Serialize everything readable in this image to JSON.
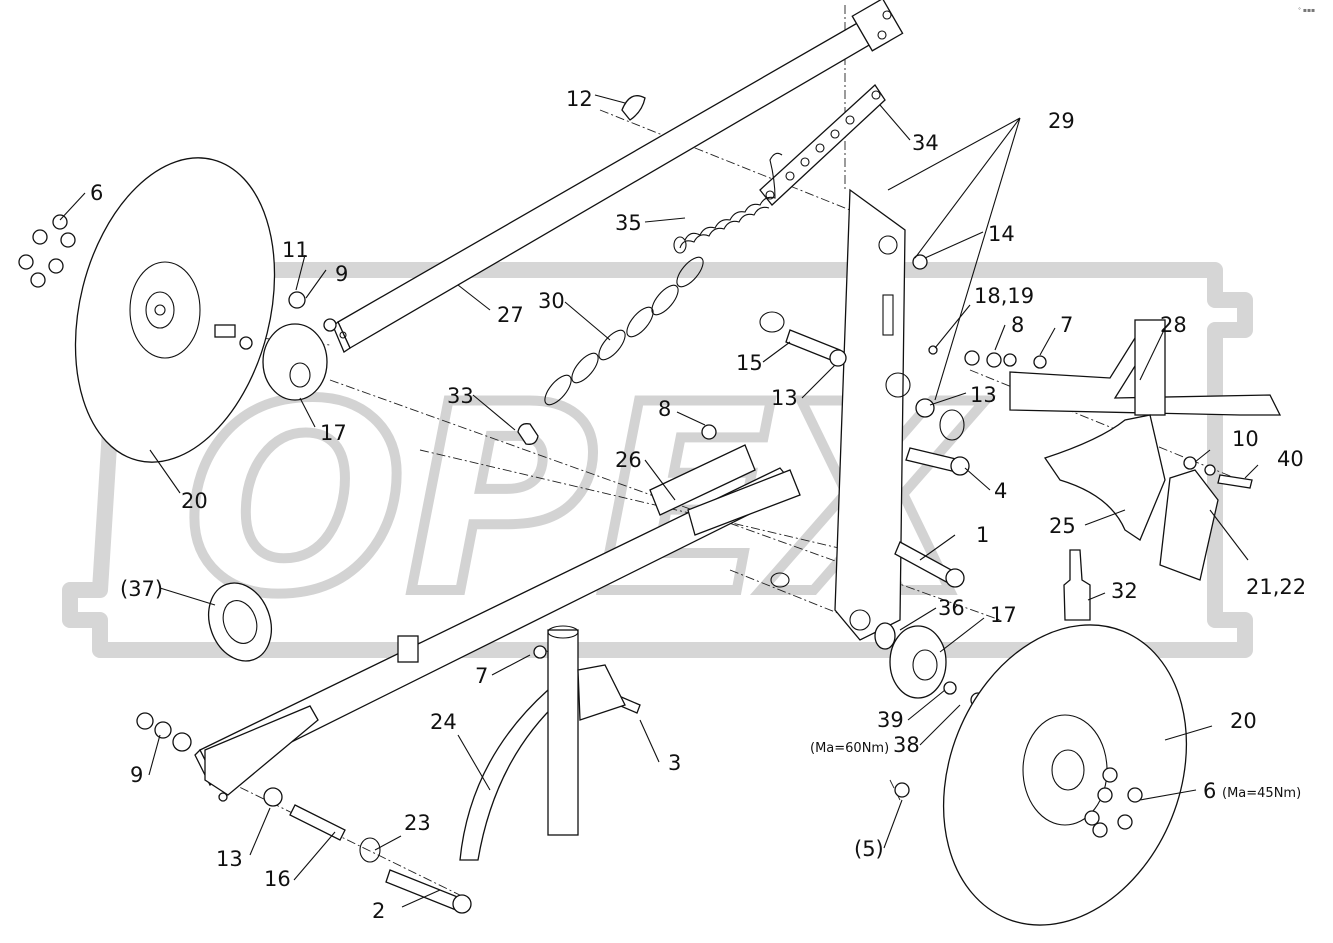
{
  "watermark": {
    "text": "OPEX"
  },
  "corner_mark": "° ▪▪▪",
  "callouts": {
    "c1": "1",
    "c2": "2",
    "c3": "3",
    "c4": "4",
    "c5": "(5)",
    "c6a": "6",
    "c6b": "6",
    "c7a": "7",
    "c7b": "7",
    "c8a": "8",
    "c8b": "8",
    "c9a": "9",
    "c9b": "9",
    "c10": "10",
    "c11": "11",
    "c12": "12",
    "c13a": "13",
    "c13b": "13",
    "c13c": "13",
    "c14": "14",
    "c15": "15",
    "c16": "16",
    "c17a": "17",
    "c17b": "17",
    "c1819": "18,19",
    "c20a": "20",
    "c20b": "20",
    "c2122": "21,22",
    "c23": "23",
    "c24": "24",
    "c25": "25",
    "c26": "26",
    "c27": "27",
    "c28": "28",
    "c29": "29",
    "c30": "30",
    "c32": "32",
    "c33": "33",
    "c34": "34",
    "c35": "35",
    "c36": "36",
    "c37": "(37)",
    "c38": "38",
    "c39": "39",
    "c40": "40"
  },
  "notes": {
    "torque38": "(Ma=60Nm)",
    "torque6": "(Ma=45Nm)"
  }
}
